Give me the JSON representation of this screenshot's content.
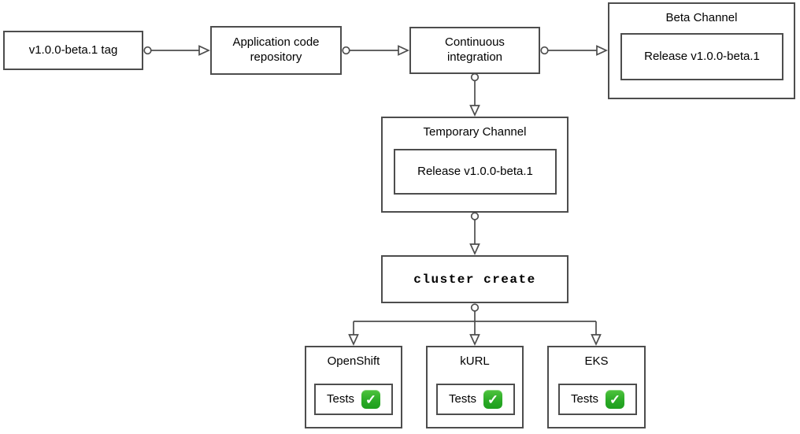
{
  "nodes": {
    "tag": {
      "label": "v1.0.0-beta.1 tag"
    },
    "repo": {
      "label": "Application code repository"
    },
    "ci": {
      "label": "Continuous integration"
    },
    "beta_channel": {
      "title": "Beta Channel",
      "release_label": "Release v1.0.0-beta.1"
    },
    "temporary_channel": {
      "title": "Temporary Channel",
      "release_label": "Release v1.0.0-beta.1"
    },
    "cluster_create": {
      "label": "cluster create"
    },
    "openshift": {
      "title": "OpenShift",
      "tests_label": "Tests"
    },
    "kurl": {
      "title": "kURL",
      "tests_label": "Tests"
    },
    "eks": {
      "title": "EKS",
      "tests_label": "Tests"
    }
  },
  "icons": {
    "check_glyph": "✓",
    "check_meaning": "tests-passed-check"
  },
  "colors": {
    "background": "#ffffff",
    "box_border": "#4d4d4d",
    "connector": "#4d4d4d",
    "text": "#000000",
    "check_green_top": "#4fc43e",
    "check_green_bottom": "#1d9e1d",
    "check_mark": "#ffffff"
  }
}
